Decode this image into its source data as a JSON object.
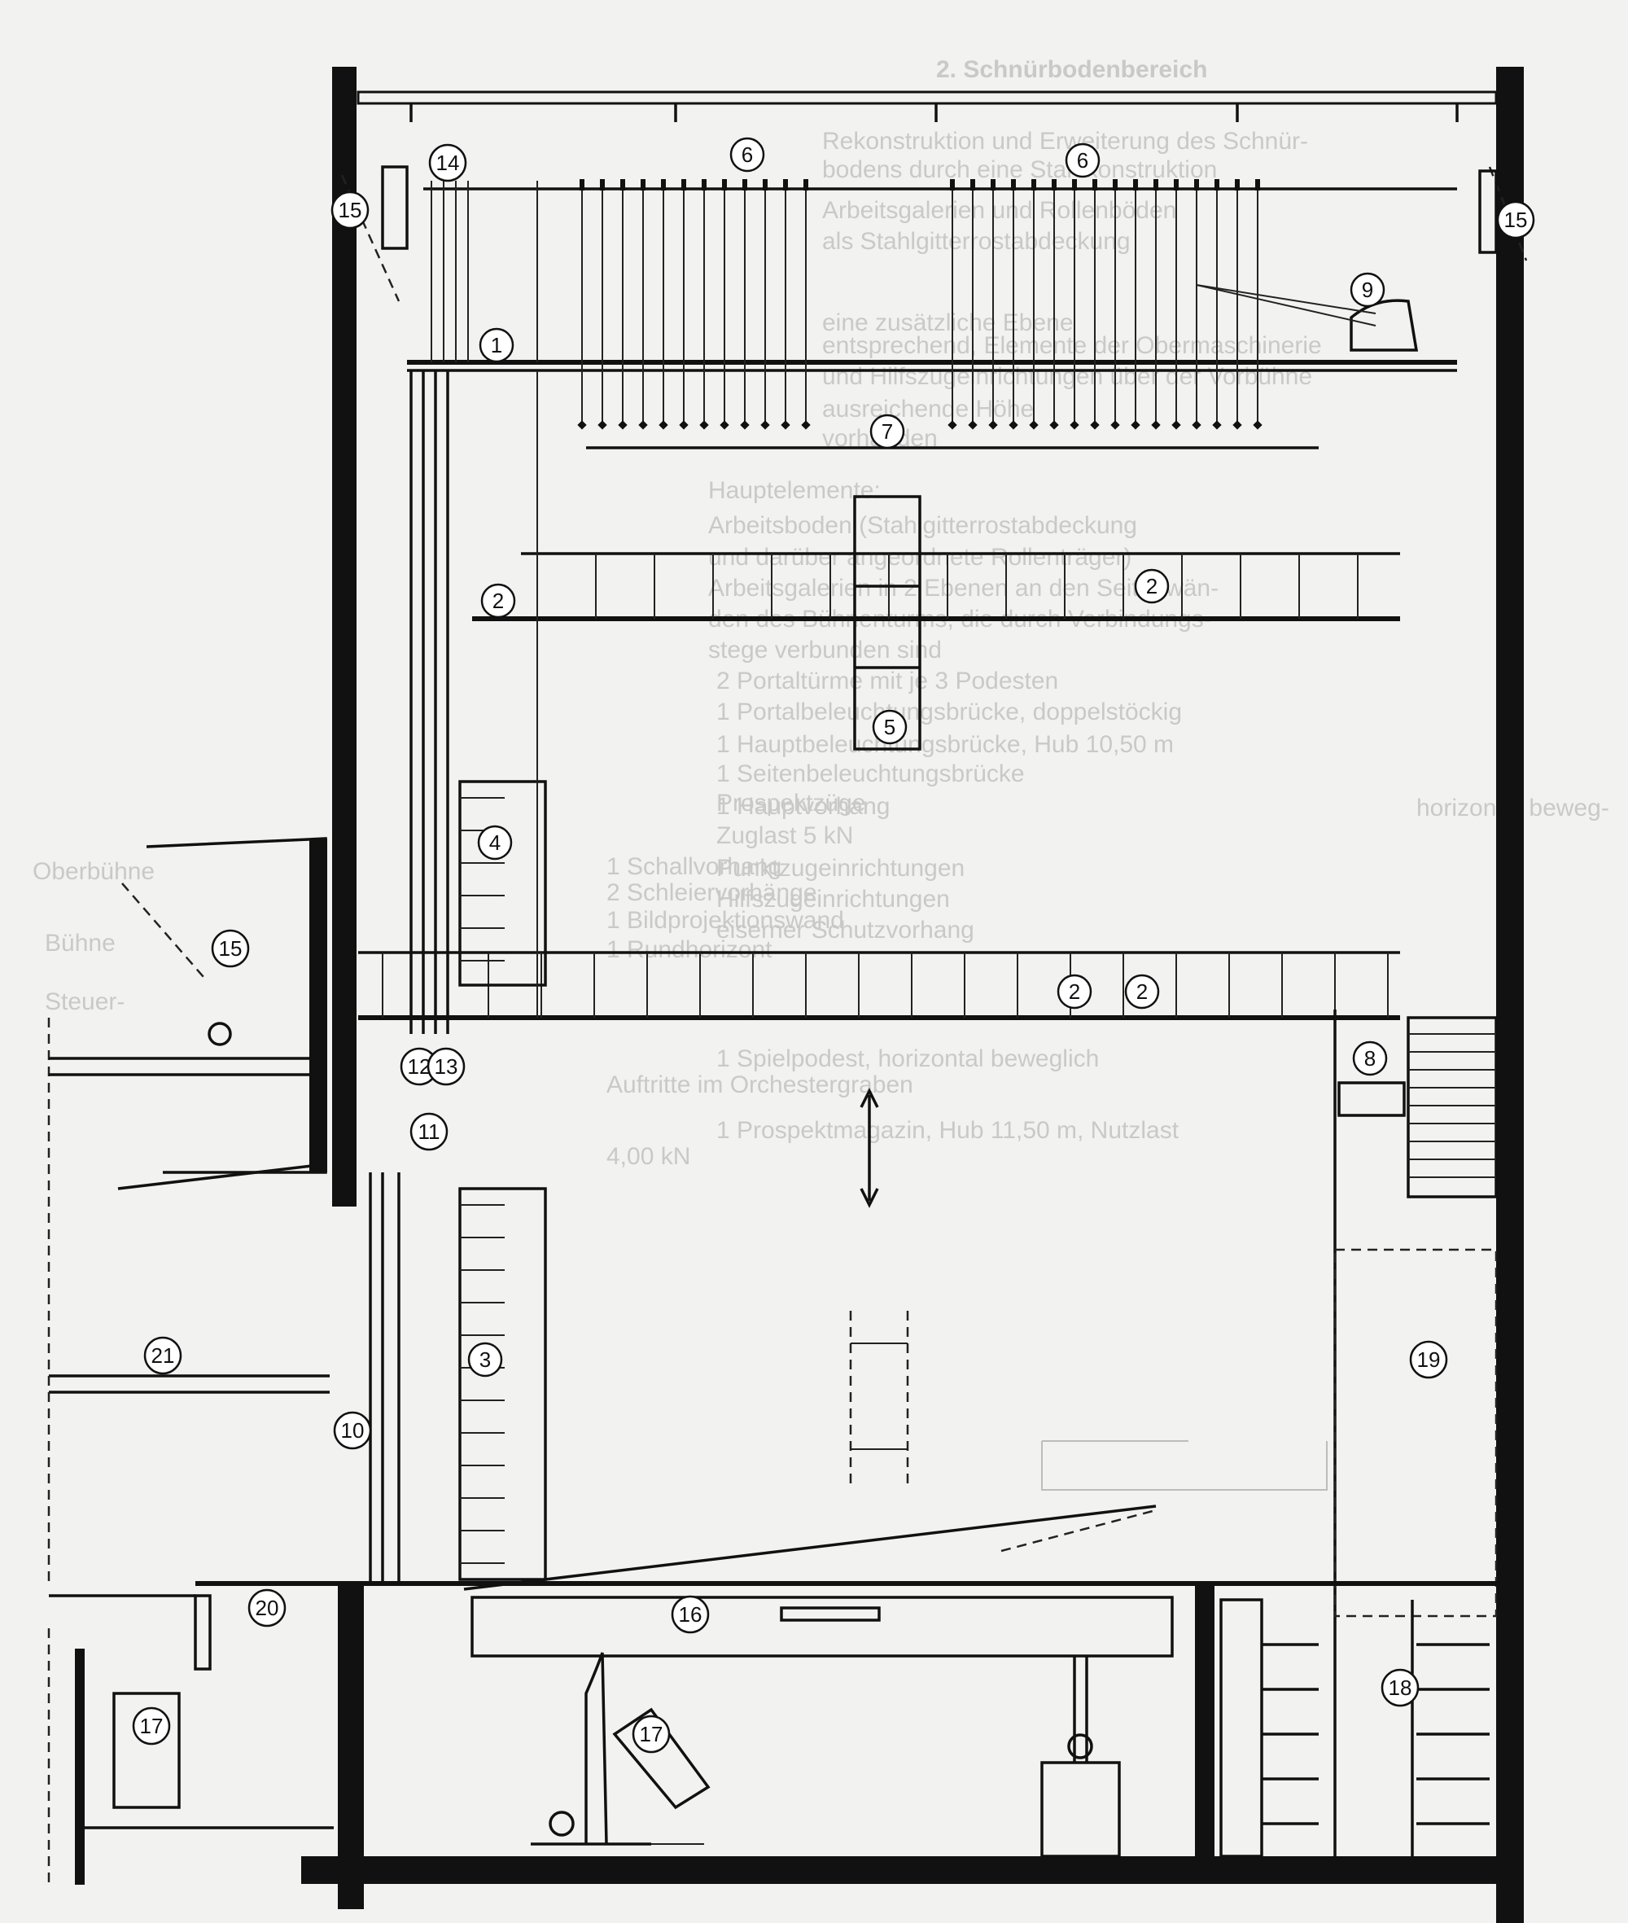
{
  "bleed_text": {
    "header": "2. Schnürbodenbereich",
    "right_column": [
      "Rekonstruktion und Erweiterung des Schnür-",
      "bodens durch eine Stahlkonstruktion",
      "Arbeitsgalerien und Rollenböden",
      "als Stahlgitterrostabdeckung",
      "eine zusätzliche Ebene",
      "entsprechend, Elemente der Obermaschinerie",
      "und Hilfszugeinrichtungen über der Vorbühne",
      "ausreichende Höhe",
      "vorhanden",
      "Hauptelemente:",
      "Arbeitsboden (Stahlgitterrostabdeckung",
      "und darüber angeordnete Rollenträger)",
      "Arbeitsgalerien in 2 Ebenen an den Seitenwän-",
      "den des Bühnenturms, die durch Verbindungs-",
      "stege verbunden sind",
      "2 Portaltürme mit je 3 Podesten",
      "1 Portalbeleuchtungsbrücke, doppelstöckig",
      "1 Hauptbeleuchtungsbrücke, Hub 10,50 m",
      "1 Seitenbeleuchtungsbrücke",
      "Prospektzüge",
      "Zuglast 5 kN",
      "Punktzugeinrichtungen",
      "Hilfszugeinrichtungen",
      "eiserner Schutzvorhang"
    ],
    "left_column": [
      "1 Hauptvorhang",
      "1 Schallvorhang",
      "2 Schleiervorhänge",
      "1 Bildprojektionswand",
      "1 Rundhorizont",
      "1 Spielpodest, horizontal beweglich",
      "Auftritte im Orchestergraben",
      "1 Prospektmagazin, Hub 11,50 m, Nutzlast",
      "4,00 kN"
    ],
    "far_left": [
      "horizontal beweg-",
      "Oberbühne",
      "Bühne",
      "Steuer-"
    ]
  },
  "callouts": [
    {
      "num": "1"
    },
    {
      "num": "2"
    },
    {
      "num": "2"
    },
    {
      "num": "2"
    },
    {
      "num": "2"
    },
    {
      "num": "3"
    },
    {
      "num": "4"
    },
    {
      "num": "5"
    },
    {
      "num": "6"
    },
    {
      "num": "6"
    },
    {
      "num": "7"
    },
    {
      "num": "8"
    },
    {
      "num": "9"
    },
    {
      "num": "10"
    },
    {
      "num": "11"
    },
    {
      "num": "12"
    },
    {
      "num": "13"
    },
    {
      "num": "14"
    },
    {
      "num": "15"
    },
    {
      "num": "15"
    },
    {
      "num": "15"
    },
    {
      "num": "16"
    },
    {
      "num": "17"
    },
    {
      "num": "17"
    },
    {
      "num": "18"
    },
    {
      "num": "19"
    },
    {
      "num": "20"
    },
    {
      "num": "21"
    }
  ]
}
